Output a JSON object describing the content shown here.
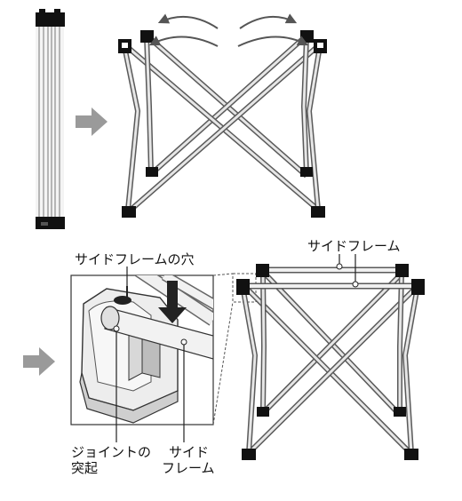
{
  "labels": {
    "side_frame_hole": "サイドフレームの穴",
    "side_frame_top": "サイドフレーム",
    "joint_line1": "ジョイントの",
    "joint_line2": "突起",
    "side_frame_bottom_line1": "サイド",
    "side_frame_bottom_line2": "フレーム"
  },
  "colors": {
    "frame_light": "#d9d9d9",
    "frame_dark": "#6b6b6b",
    "foot": "#111111",
    "arrow_gray": "#9a9a9a",
    "insert_arrow": "#222222"
  }
}
